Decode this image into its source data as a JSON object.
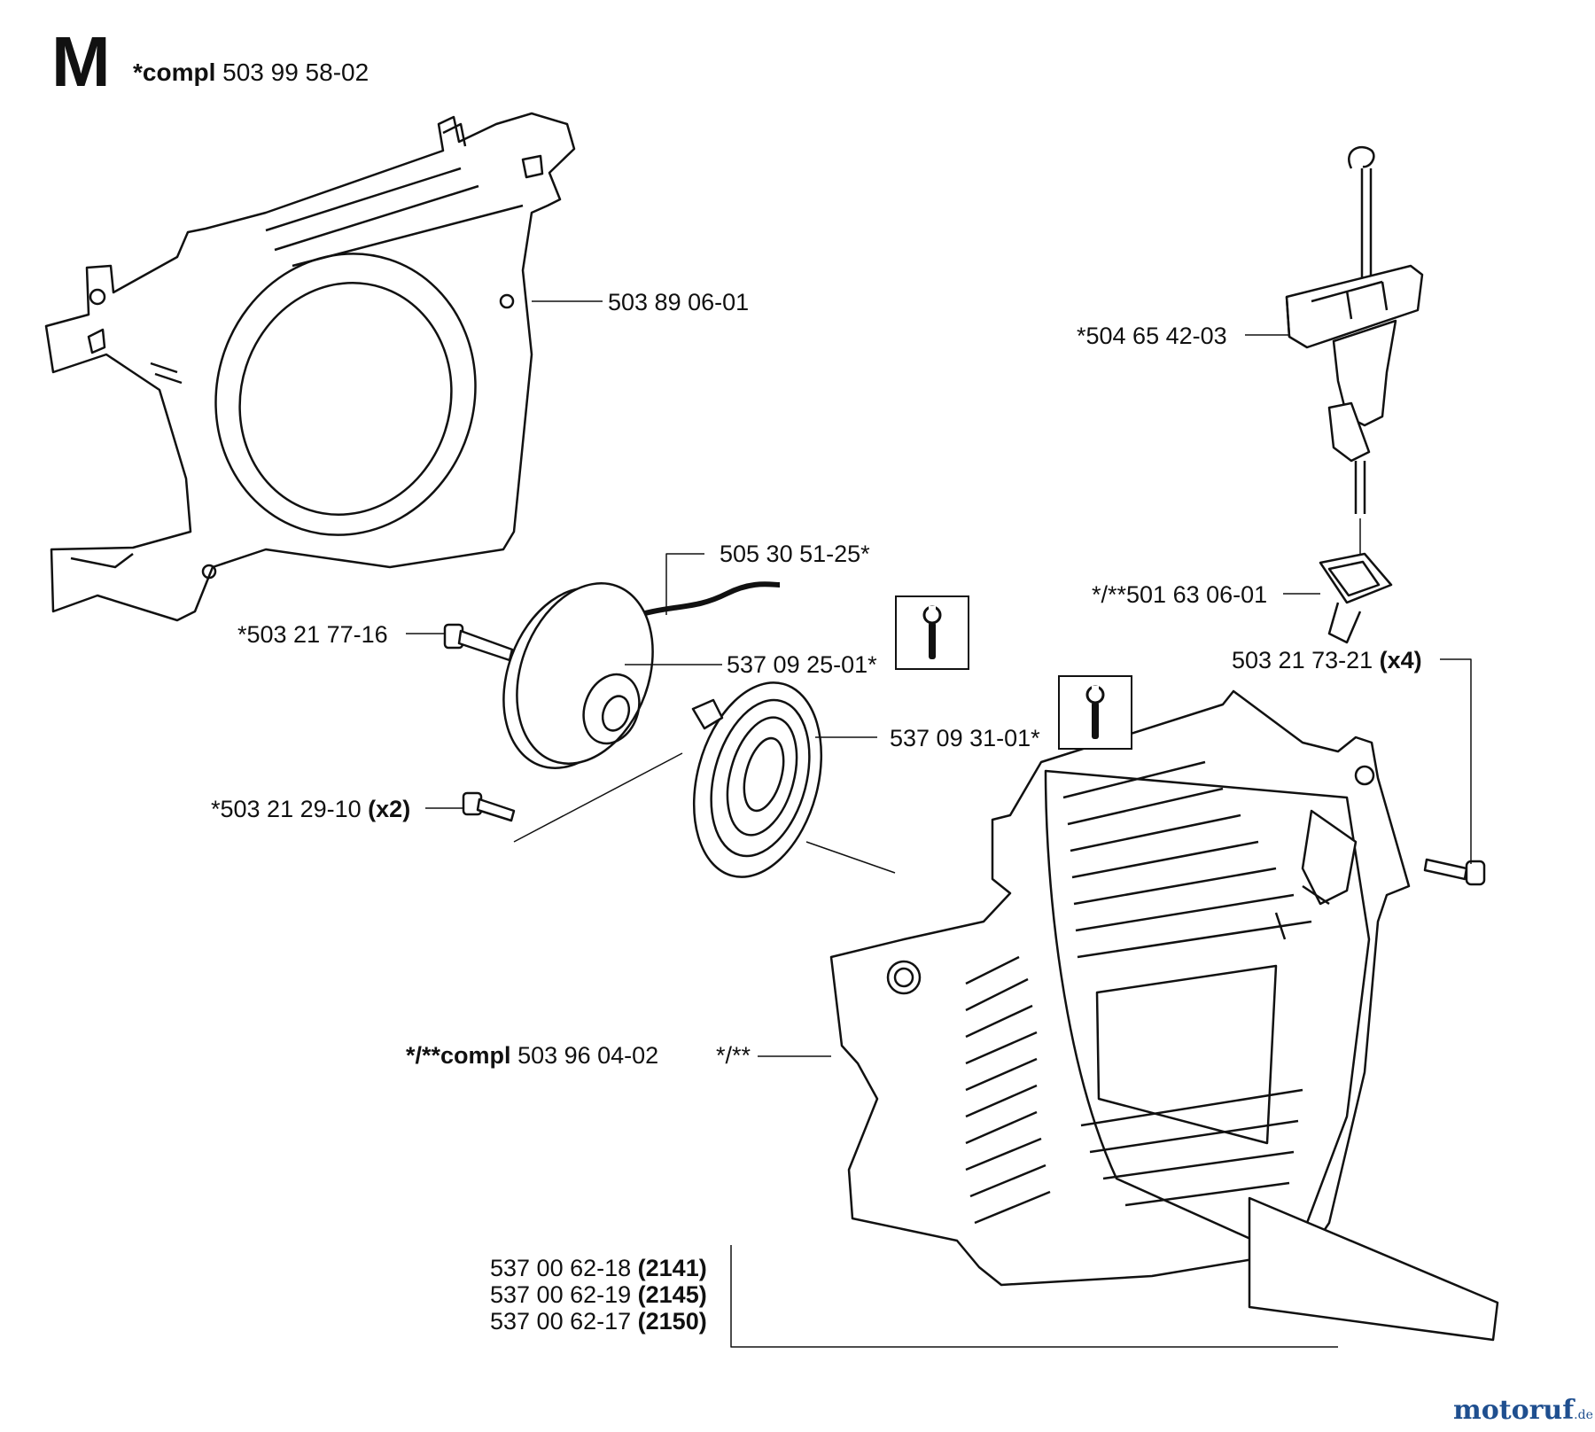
{
  "header": {
    "section_letter": "M",
    "title_prefix": "*compl",
    "title_number": "503 99 58-02"
  },
  "labels": {
    "housing": "503 89 06-01",
    "handle": "*504 65 42-03",
    "rope": "505 30 51-25*",
    "bolt_16": "*503 21 77-16",
    "pulley": "537 09 25-01*",
    "guide": "*/**501 63 06-01",
    "screw_x4_num": "503 21 73-21",
    "screw_x4_qty": "(x4)",
    "spring": "537 09 31-01*",
    "screw_x2_num": "*503 21 29-10",
    "screw_x2_qty": "(x2)",
    "cover_prefix": "*/**compl",
    "cover_num": "503 96 04-02",
    "cover_mark": "*/**",
    "decal_1_num": "537 00 62-18",
    "decal_1_model": "(2141)",
    "decal_2_num": "537 00 62-19",
    "decal_2_model": "(2145)",
    "decal_3_num": "537 00 62-17",
    "decal_3_model": "(2150)"
  },
  "watermark": {
    "name": "motoruf",
    "suffix": ".de"
  }
}
